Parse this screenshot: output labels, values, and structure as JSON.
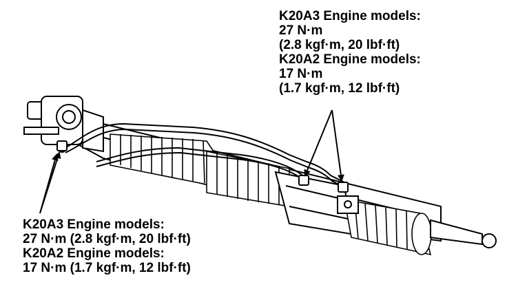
{
  "figure": {
    "callout_right": {
      "line1": "K20A3 Engine models:",
      "line2": "27 N·m",
      "line3": "(2.8 kgf·m, 20 lbf·ft)",
      "line4": "K20A2 Engine models:",
      "line5": "17 N·m",
      "line6": "(1.7 kgf·m, 12 lbf·ft)"
    },
    "callout_left": {
      "line1": "K20A3 Engine models:",
      "line2": "27 N·m (2.8 kgf·m, 20 lbf·ft)",
      "line3": "K20A2 Engine models:",
      "line4": "17 N·m (1.7 kgf·m, 12 lbf·ft)"
    },
    "colors": {
      "ink": "#000000",
      "paper": "#ffffff"
    }
  }
}
